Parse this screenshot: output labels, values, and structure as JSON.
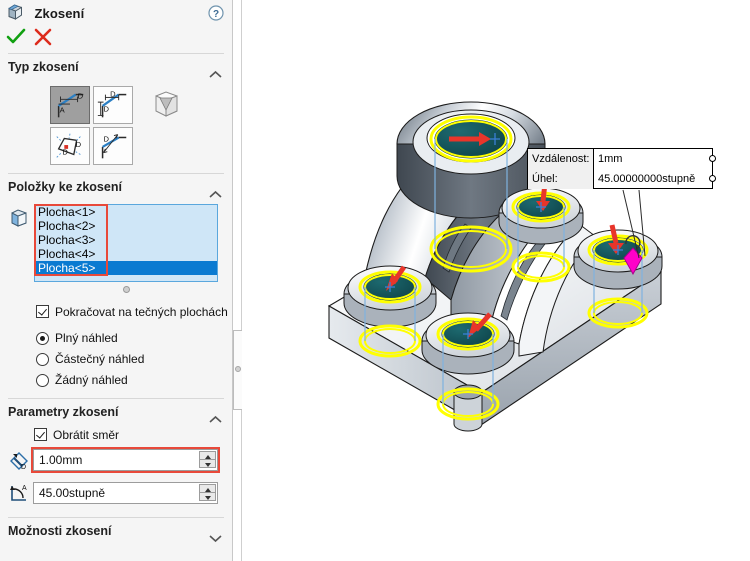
{
  "panel": {
    "title": "Zkosení",
    "title_icon": "chamfer-feature-icon",
    "help_icon": "help-icon",
    "ok_icon": "ok-check-icon",
    "cancel_icon": "cancel-x-icon",
    "sections": {
      "type": {
        "header": "Typ zkosení",
        "collapse_state": "expanded",
        "buttons": [
          {
            "name": "angle-distance",
            "selected": true
          },
          {
            "name": "distance-distance",
            "selected": false
          },
          {
            "name": "vertex",
            "selected": false
          },
          {
            "name": "offset-face",
            "selected": false
          },
          {
            "name": "face-face",
            "selected": false
          }
        ]
      },
      "items": {
        "header": "Položky ke zkosení",
        "collapse_state": "expanded",
        "selection_icon": "face-selection-icon",
        "faces": [
          "Plocha<1>",
          "Plocha<2>",
          "Plocha<3>",
          "Plocha<4>",
          "Plocha<5>"
        ],
        "active_index": 4,
        "tangent_checkbox": {
          "label": "Pokračovat na tečných plochách",
          "checked": true
        },
        "preview_options": [
          {
            "label": "Plný náhled",
            "selected": true
          },
          {
            "label": "Částečný náhled",
            "selected": false
          },
          {
            "label": "Žádný náhled",
            "selected": false
          }
        ]
      },
      "parameters": {
        "header": "Parametry zkosení",
        "collapse_state": "expanded",
        "flip_checkbox": {
          "label": "Obrátit směr",
          "checked": false
        },
        "distance": {
          "icon": "chamfer-distance-icon",
          "value": "1.00mm",
          "highlighted": true
        },
        "angle": {
          "icon": "chamfer-angle-icon",
          "value": "45.00stupně",
          "highlighted": false
        },
        "spinner_up_icon": "spin-up-icon",
        "spinner_down_icon": "spin-down-icon"
      },
      "options": {
        "header": "Možnosti zkosení",
        "collapse_state": "collapsed"
      }
    },
    "splitter": {
      "name": "panel-splitter",
      "handle": "splitter-dot"
    }
  },
  "viewport": {
    "name": "graphics-area",
    "background": "#ffffff",
    "callout": {
      "rows": [
        {
          "label": "Vzdálenost:",
          "value": "1mm"
        },
        {
          "label": "Úhel:",
          "value": "45.00000000stupně"
        }
      ]
    },
    "preview_color": "#ffff00",
    "selected_face_color": "#13575c",
    "direction_arrow_color": "#e8352a",
    "drag_handle_color": "#ff00c8",
    "model_name": "bracket-part"
  },
  "colors": {
    "accent": "#0a7ad1",
    "highlight_red": "#e8493a",
    "panel_bg": "#f5f5f5",
    "listbox_bg": "#cfe6f7"
  }
}
